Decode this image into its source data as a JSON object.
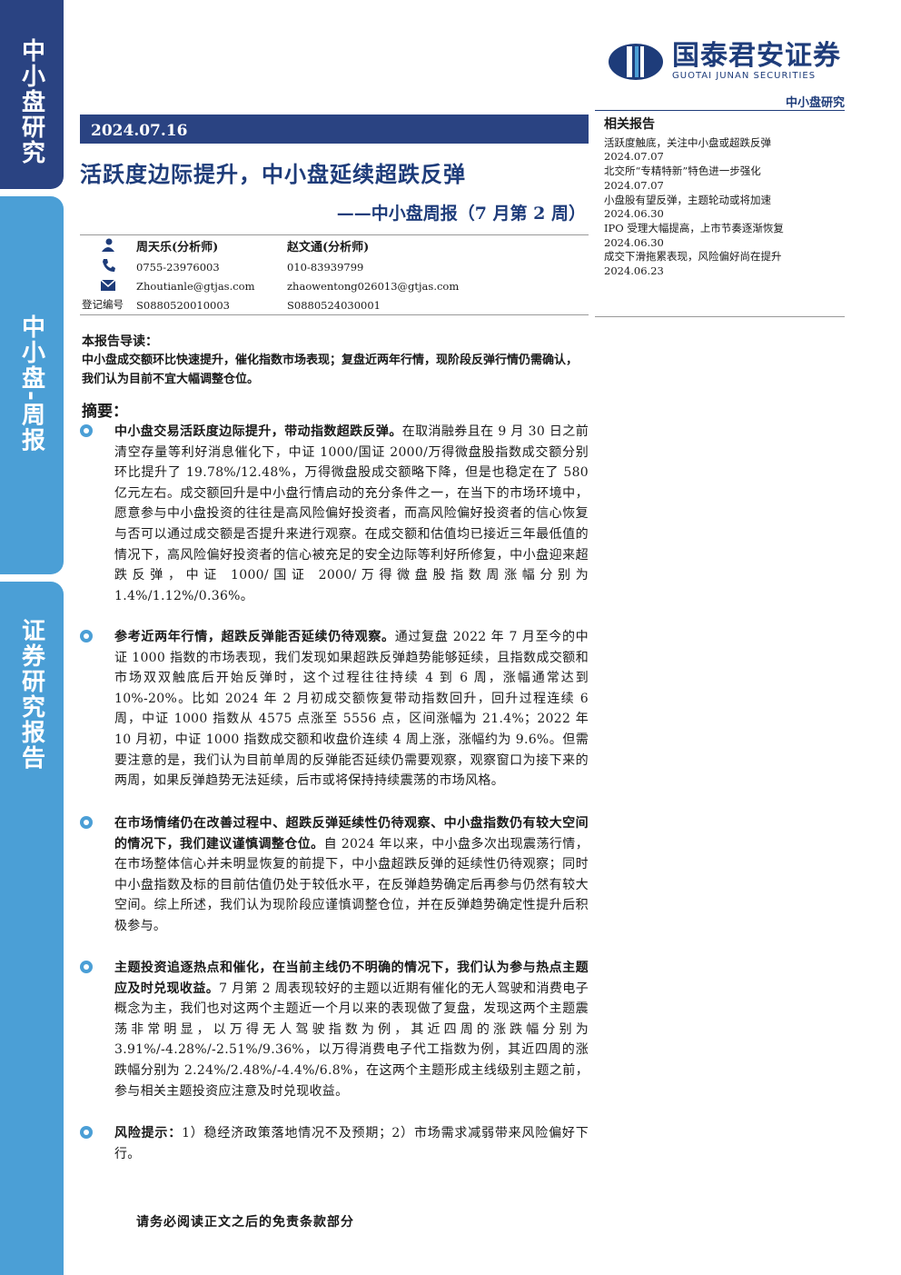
{
  "sidebar": {
    "tab1": "中小盘研究",
    "tab2": "中小盘-周报",
    "tab3": "证券研究报告"
  },
  "header": {
    "logo_cn": "国泰君安证券",
    "logo_en": "GUOTAI JUNAN SECURITIES",
    "tag": "中小盘研究"
  },
  "report": {
    "date": "2024.07.16",
    "title": "活跃度边际提升，中小盘延续超跌反弹",
    "subtitle": "——中小盘周报（7 月第 2 周）"
  },
  "authors": {
    "a1": {
      "name": "周天乐(分析师)",
      "phone": "0755-23976003",
      "email": "Zhoutianle@gtjas.com",
      "reg": "S0880520010003"
    },
    "a2": {
      "name": "赵文通(分析师)",
      "phone": "010-83939799",
      "email": "zhaowentong026013@gtjas.com",
      "reg": "S0880524030001"
    },
    "reg_label": "登记编号"
  },
  "related": {
    "heading": "相关报告",
    "items": [
      {
        "title": "活跃度触底，关注中小盘或超跌反弹",
        "date": "2024.07.07"
      },
      {
        "title": "北交所“专精特新”特色进一步强化",
        "date": "2024.07.07"
      },
      {
        "title": "小盘股有望反弹，主题轮动或将加速",
        "date": "2024.06.30"
      },
      {
        "title": "IPO 受理大幅提高，上市节奏逐渐恢复",
        "date": "2024.06.30"
      },
      {
        "title": "成交下滑拖累表现，风险偏好尚在提升",
        "date": "2024.06.23"
      }
    ]
  },
  "guide": {
    "heading": "本报告导读：",
    "text": "中小盘成交额环比快速提升，催化指数市场表现；复盘近两年行情，现阶段反弹行情仍需确认，我们认为目前不宜大幅调整仓位。"
  },
  "abstract": {
    "heading": "摘要：",
    "b1_bold": "中小盘交易活跃度边际提升，带动指数超跌反弹。",
    "b1_text": "在取消融券且在 9 月 30 日之前清空存量等利好消息催化下，中证 1000/国证 2000/万得微盘股指数成交额分别环比提升了 19.78%/12.48%，万得微盘股成交额略下降，但是也稳定在了 580 亿元左右。成交额回升是中小盘行情启动的充分条件之一，在当下的市场环境中，愿意参与中小盘投资的往往是高风险偏好投资者，而高风险偏好投资者的信心恢复与否可以通过成交额是否提升来进行观察。在成交额和估值均已接近三年最低值的情况下，高风险偏好投资者的信心被充足的安全边际等利好所修复，中小盘迎来超跌反弹，中证 1000/国证 2000/万得微盘股指数周涨幅分别为 1.4%/1.12%/0.36%。",
    "b2_bold": "参考近两年行情，超跌反弹能否延续仍待观察。",
    "b2_text": "通过复盘 2022 年 7 月至今的中证 1000 指数的市场表现，我们发现如果超跌反弹趋势能够延续，且指数成交额和市场双双触底后开始反弹时，这个过程往往持续 4 到 6 周，涨幅通常达到 10%-20%。比如 2024 年 2 月初成交额恢复带动指数回升，回升过程连续 6 周，中证 1000 指数从 4575 点涨至 5556 点，区间涨幅为 21.4%；2022 年 10 月初，中证 1000 指数成交额和收盘价连续 4 周上涨，涨幅约为 9.6%。但需要注意的是，我们认为目前单周的反弹能否延续仍需要观察，观察窗口为接下来的两周，如果反弹趋势无法延续，后市或将保持持续震荡的市场风格。",
    "b3_bold": "在市场情绪仍在改善过程中、超跌反弹延续性仍待观察、中小盘指数仍有较大空间的情况下，我们建议谨慎调整仓位。",
    "b3_text": "自 2024 年以来，中小盘多次出现震荡行情，在市场整体信心并未明显恢复的前提下，中小盘超跌反弹的延续性仍待观察；同时中小盘指数及标的目前估值仍处于较低水平，在反弹趋势确定后再参与仍然有较大空间。综上所述，我们认为现阶段应谨慎调整仓位，并在反弹趋势确定性提升后积极参与。",
    "b4_bold": "主题投资追逐热点和催化，在当前主线仍不明确的情况下，我们认为参与热点主题应及时兑现收益。",
    "b4_text": "7 月第 2 周表现较好的主题以近期有催化的无人驾驶和消费电子概念为主，我们也对这两个主题近一个月以来的表现做了复盘，发现这两个主题震荡非常明显，以万得无人驾驶指数为例，其近四周的涨跌幅分别为 3.91%/-4.28%/-2.51%/9.36%，以万得消费电子代工指数为例，其近四周的涨跌幅分别为 2.24%/2.48%/-4.4%/6.8%，在这两个主题形成主线级别主题之前，参与相关主题投资应注意及时兑现收益。",
    "b5_bold": "风险提示：",
    "b5_text": "1）稳经济政策落地情况不及预期；2）市场需求减弱带来风险偏好下行。"
  },
  "footer": "请务必阅读正文之后的免责条款部分"
}
